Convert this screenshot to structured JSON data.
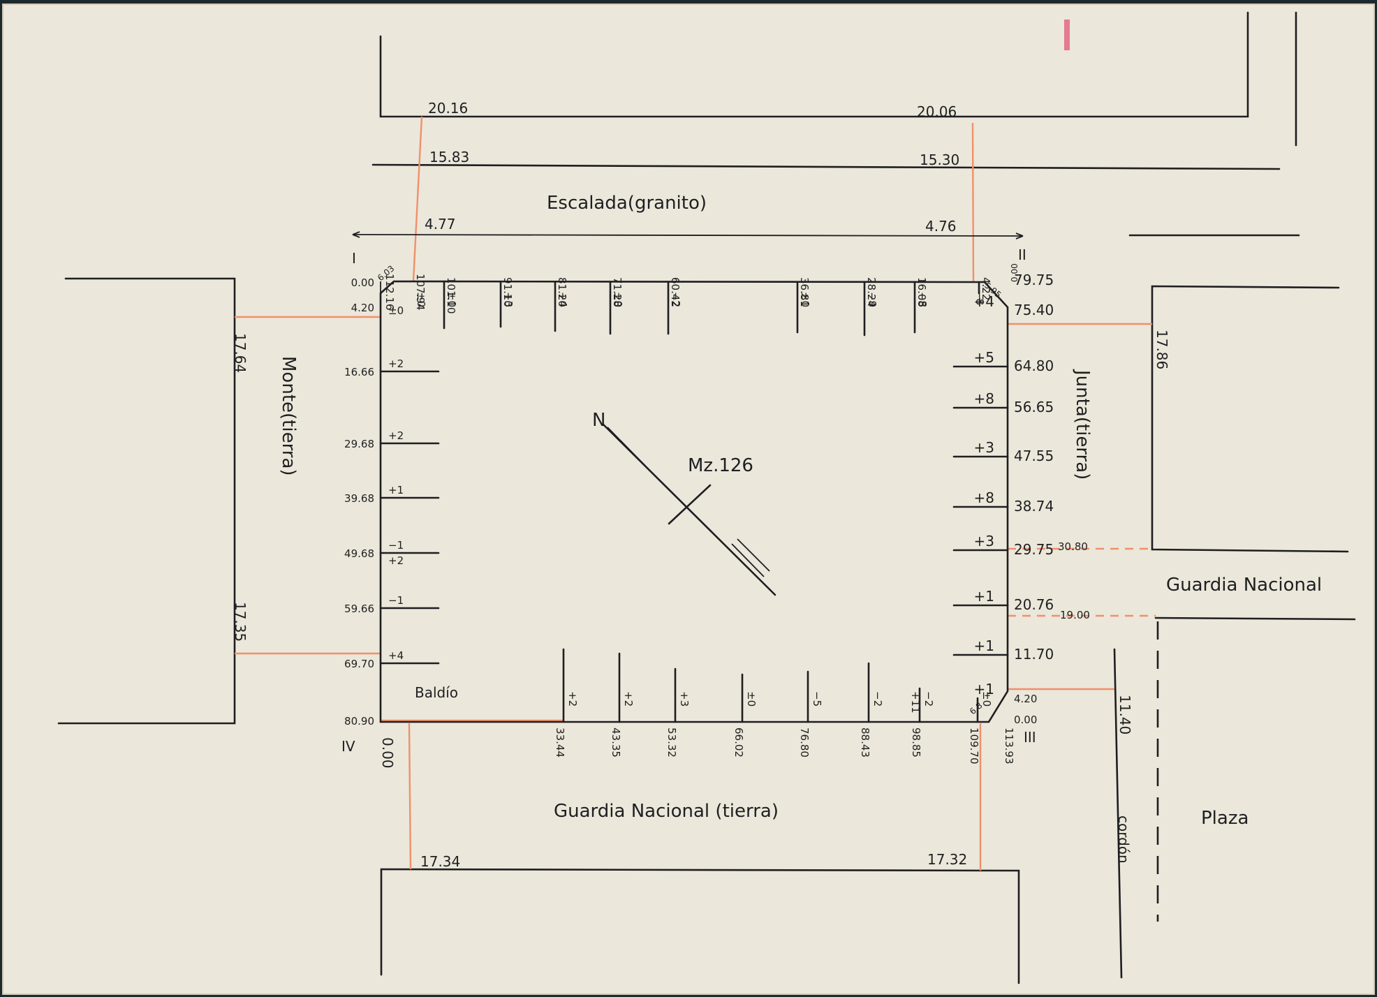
{
  "streets": {
    "top": "Escalada(granito)",
    "left": "Monte(tierra)",
    "right": "Junta(tierra)",
    "bottom": "Guardia Nacional (tierra)",
    "right_lower": "Guardia Nacional",
    "plaza": "Plaza",
    "cordon": "cordón"
  },
  "block": {
    "label": "Mz.126",
    "north": "N",
    "vacant_lot": "Baldío"
  },
  "corners": {
    "I": "I",
    "II": "II",
    "III": "III",
    "IV": "IV"
  },
  "widths": {
    "top_far_left": "20.16",
    "top_far_right": "20.06",
    "top_mid_left": "15.83",
    "top_mid_right": "15.30",
    "top_near_left": "4.77",
    "top_near_right": "4.76",
    "left_upper": "17.64",
    "left_lower": "17.35",
    "right_upper": "17.86",
    "right_kerb": "11.40",
    "bottom_left": "17.34",
    "bottom_right": "17.32",
    "junta_dash_upper": "30.80",
    "junta_dash_lower": "19.00"
  },
  "top_side": [
    {
      "dist": "112.16",
      "lvl": ""
    },
    {
      "dist": "107.94",
      "lvl": "±0"
    },
    {
      "dist": "101.10",
      "lvl": "±0"
    },
    {
      "dist": "91.10",
      "lvl": "+3"
    },
    {
      "dist": "81.20",
      "lvl": "+4"
    },
    {
      "dist": "71.28",
      "lvl": "±0"
    },
    {
      "dist": "60.42",
      "lvl": "−2"
    },
    {
      "dist": "36.81",
      "lvl": "±0"
    },
    {
      "dist": "28.24",
      "lvl": "−9"
    },
    {
      "dist": "16.08",
      "lvl": "−8"
    },
    {
      "dist": "4.22",
      "lvl": "−8"
    },
    {
      "dist": "0.00",
      "lvl": ""
    }
  ],
  "left_side": [
    {
      "dist": "0.00",
      "lvl": ""
    },
    {
      "dist": "4.20",
      "lvl": "±0"
    },
    {
      "dist": "16.66",
      "lvl": "+2"
    },
    {
      "dist": "29.68",
      "lvl": "+2"
    },
    {
      "dist": "39.68",
      "lvl": "+1"
    },
    {
      "dist": "49.68",
      "lvl": "−1"
    },
    {
      "dist": "59.66",
      "lvl": "−1"
    },
    {
      "dist": "69.70",
      "lvl": "+4"
    },
    {
      "dist": "80.90",
      "lvl": ""
    }
  ],
  "left_extra_level": "+2",
  "right_side": [
    {
      "dist": "79.75",
      "lvl": ""
    },
    {
      "dist": "75.40",
      "lvl": "+4"
    },
    {
      "dist": "64.80",
      "lvl": "+5"
    },
    {
      "dist": "56.65",
      "lvl": "+8"
    },
    {
      "dist": "47.55",
      "lvl": "+3"
    },
    {
      "dist": "38.74",
      "lvl": "+8"
    },
    {
      "dist": "29.75",
      "lvl": "+3"
    },
    {
      "dist": "20.76",
      "lvl": "+1"
    },
    {
      "dist": "11.70",
      "lvl": "+1"
    },
    {
      "dist": "4.20",
      "lvl": "+1"
    },
    {
      "dist": "0.00",
      "lvl": ""
    }
  ],
  "bottom_side": [
    {
      "dist": "0.00",
      "lvl": ""
    },
    {
      "dist": "33.44",
      "lvl": "+2"
    },
    {
      "dist": "43.35",
      "lvl": "+2"
    },
    {
      "dist": "53.32",
      "lvl": "+3"
    },
    {
      "dist": "66.02",
      "lvl": "±0"
    },
    {
      "dist": "76.80",
      "lvl": "−5"
    },
    {
      "dist": "88.43",
      "lvl": "−2"
    },
    {
      "dist": "98.85",
      "lvl": "−2"
    },
    {
      "dist": "109.70",
      "lvl": "±0"
    },
    {
      "dist": "113.93",
      "lvl": ""
    }
  ],
  "bottom_extra_level": "+11",
  "chamfers": {
    "I": "6.03",
    "II": "5.95",
    "III": "6.8"
  }
}
